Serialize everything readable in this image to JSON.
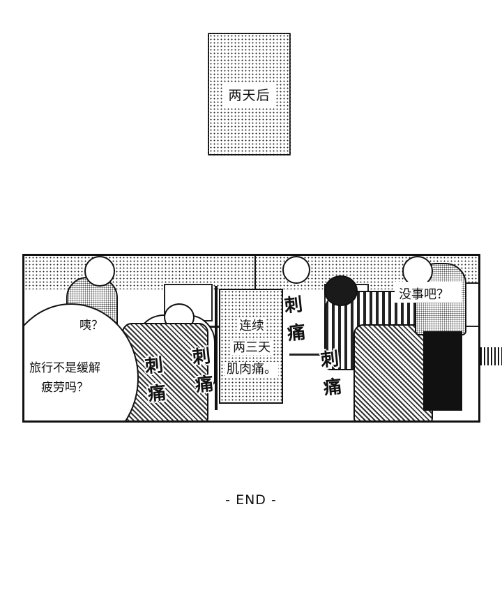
{
  "caption": {
    "text": "两天后"
  },
  "panel": {
    "bubble_question": "咦？",
    "bubble_text": "旅行不是缓解疲劳吗？",
    "center_caption": [
      "连续",
      "两三天",
      "肌肉痛。"
    ],
    "sfx": [
      {
        "char1": "刺",
        "char2": "痛"
      },
      {
        "char1": "刺",
        "char2": "痛"
      },
      {
        "char1": "刺",
        "char2": "痛"
      },
      {
        "char1": "刺",
        "char2": "痛"
      }
    ],
    "coworker_speech": "没事吧？"
  },
  "ending": {
    "text": "- END -"
  }
}
